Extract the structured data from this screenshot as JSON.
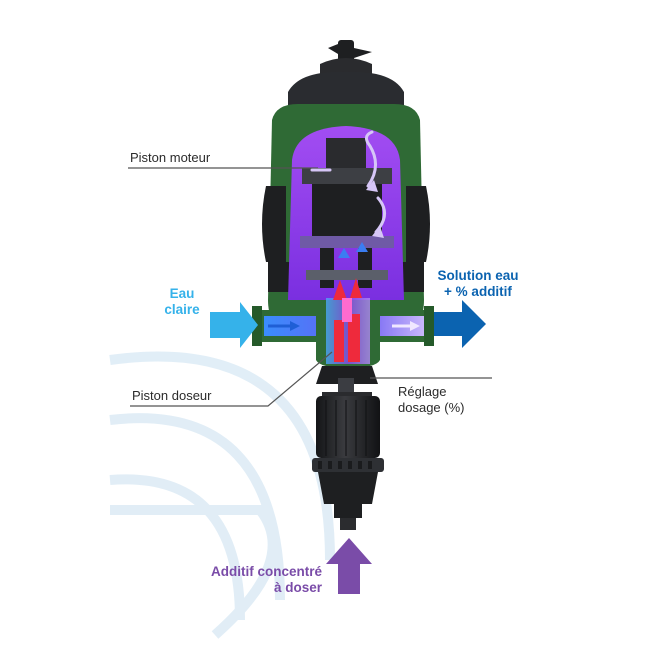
{
  "labels": {
    "piston_moteur": "Piston moteur",
    "eau_claire_1": "Eau",
    "eau_claire_2": "claire",
    "solution_1": "Solution eau",
    "solution_2": "+ % additif",
    "piston_doseur": "Piston doseur",
    "reglage_1": "Réglage",
    "reglage_2": "dosage (%)",
    "additif_1": "Additif concentré",
    "additif_2": "à doser"
  },
  "colors": {
    "inlet_blue": "#35b2ea",
    "outlet_blue": "#0b63b0",
    "additive_purple": "#7a4ca8",
    "body_green": "#2f6a35",
    "body_black": "#1e1f21",
    "chamber_purple": "#8a3cf0",
    "dose_red": "#ee2a3c",
    "leader_line": "#555555",
    "swirl": "#cfe6f5"
  },
  "icons": {
    "inlet_arrow": "arrow-right-icon",
    "outlet_arrow": "arrow-right-icon",
    "additive_arrow": "arrow-up-icon"
  }
}
